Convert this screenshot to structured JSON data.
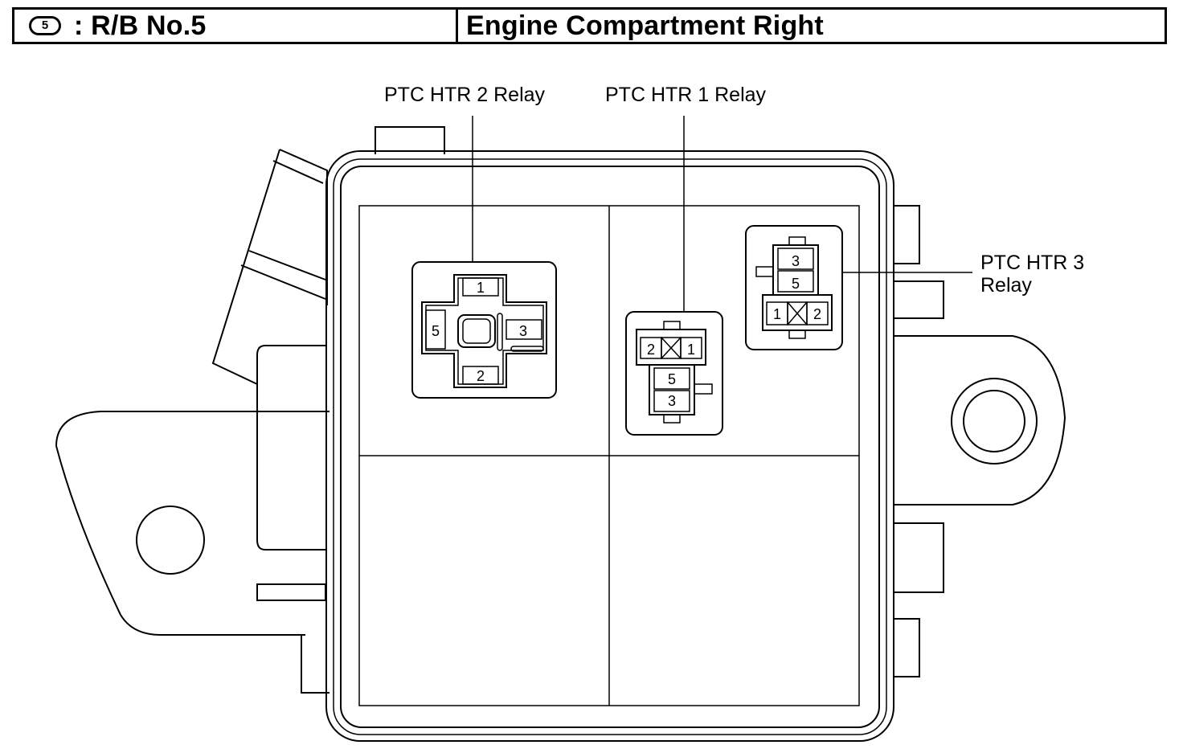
{
  "header": {
    "badge": "5",
    "code": ": R/B No.5",
    "location": "Engine Compartment Right"
  },
  "labels": {
    "relay_htr2": "PTC HTR 2 Relay",
    "relay_htr1": "PTC HTR 1 Relay",
    "relay_htr3_line1": "PTC HTR 3",
    "relay_htr3_line2": "Relay"
  },
  "pins": {
    "htr2": [
      "1",
      "5",
      "3",
      "2"
    ],
    "htr1": [
      "2",
      "1",
      "5",
      "3"
    ],
    "htr3": [
      "3",
      "5",
      "1",
      "2"
    ]
  }
}
